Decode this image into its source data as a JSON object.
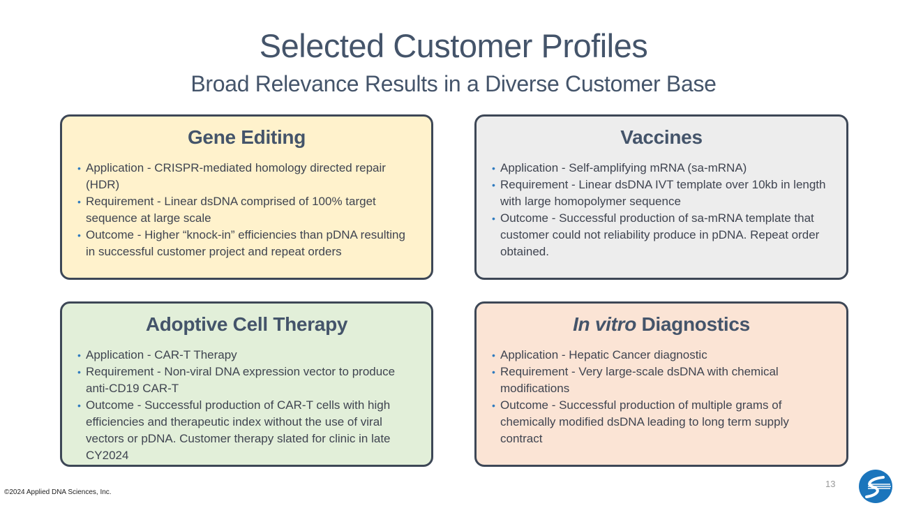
{
  "header": {
    "title": "Selected Customer Profiles",
    "subtitle": "Broad Relevance Results in a Diverse Customer Base"
  },
  "cards": {
    "gene_editing": {
      "title": "Gene Editing",
      "color": "#fff2cc",
      "bullets": [
        "Application - CRISPR-mediated homology directed repair (HDR)",
        "Requirement - Linear dsDNA comprised of 100% target sequence at large scale",
        "Outcome - Higher “knock-in” efficiencies than pDNA resulting in successful customer project and repeat orders"
      ]
    },
    "vaccines": {
      "title": "Vaccines",
      "color": "#ededed",
      "bullets": [
        "Application  - Self-amplifying mRNA (sa-mRNA)",
        "Requirement - Linear dsDNA IVT template over 10kb in length with large homopolymer sequence",
        "Outcome - Successful production of sa-mRNA template that customer could not reliability produce in pDNA. Repeat order obtained."
      ]
    },
    "adoptive_cell_therapy": {
      "title": "Adoptive Cell Therapy",
      "color": "#e2efd9",
      "bullets": [
        "Application -  CAR-T Therapy",
        "Requirement - Non-viral DNA expression vector to produce anti-CD19 CAR-T",
        "Outcome - Successful production of CAR-T cells with high efficiencies and therapeutic index without the use of viral vectors or pDNA. Customer therapy slated for clinic in late CY2024"
      ]
    },
    "in_vitro_diagnostics": {
      "title_italic": "In vitro",
      "title_rest": " Diagnostics",
      "color": "#fbe4d5",
      "bullets": [
        "Application - Hepatic Cancer diagnostic",
        "Requirement  - Very large-scale dsDNA with chemical modifications",
        "Outcome - Successful production of multiple grams of chemically modified dsDNA leading to long term supply contract"
      ]
    }
  },
  "bullet_glyph": "•",
  "footer": {
    "copyright": "©2024 Applied DNA Sciences, Inc.",
    "page_number": "13",
    "logo_icon": "applied-dna-logo-icon",
    "logo_color": "#1b75bc"
  }
}
